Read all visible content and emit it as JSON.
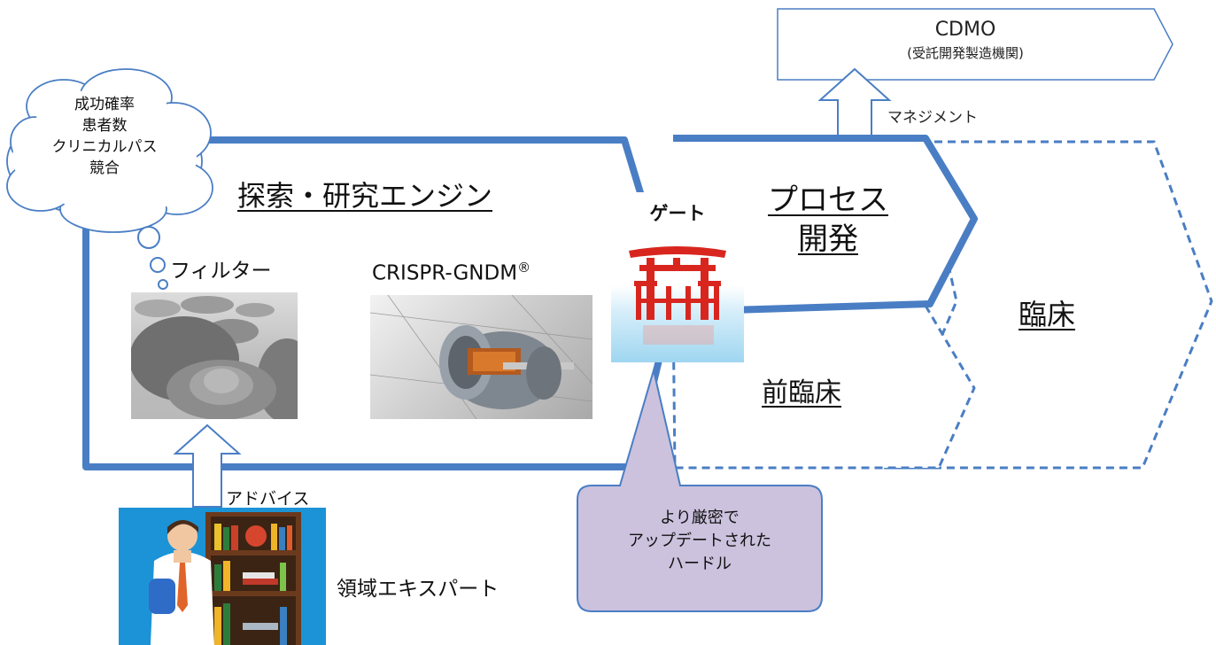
{
  "cdmo": {
    "title": "CDMO",
    "subtitle": "(受託開発製造機関)"
  },
  "management_label": "マネジメント",
  "thought_bubble": {
    "lines": [
      "成功確率",
      "患者数",
      "クリニカルパス",
      "競合"
    ]
  },
  "engine_title": "探索・研究エンジン",
  "filter_label": "フィルター",
  "crispr_label": "CRISPR-GNDM",
  "crispr_mark": "®",
  "gate_label": "ゲート",
  "process_dev": {
    "line1": "プロセス",
    "line2": "開発"
  },
  "preclinical_label": "前臨床",
  "clinical_label": "臨床",
  "advice_label": "アドバイス",
  "expert_label": "領域エキスパート",
  "callout": {
    "lines": [
      "より厳密で",
      "アップデートされた",
      "ハードル"
    ]
  },
  "colors": {
    "frame_blue": "#4a7ec4",
    "callout_fill": "#ccc2de",
    "expert_bg": "#1c93d6",
    "gate_red": "#d8261f"
  }
}
